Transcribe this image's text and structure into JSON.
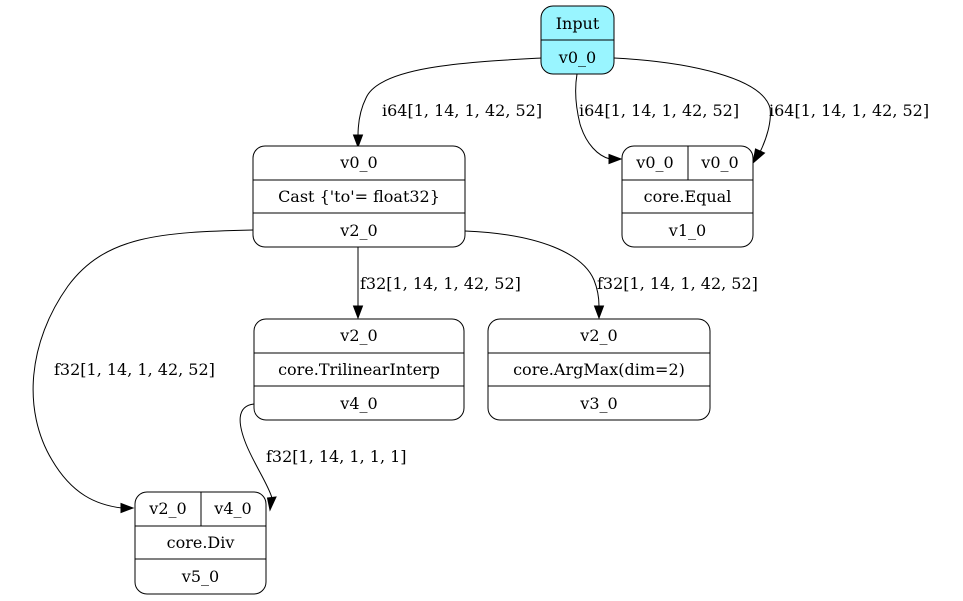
{
  "graph": {
    "input_fill": "#99f5ff",
    "nodes": {
      "input": {
        "title": "Input",
        "output": "v0_0"
      },
      "cast": {
        "input": "v0_0",
        "op": "Cast {'to'= float32}",
        "output": "v2_0"
      },
      "equal": {
        "input_a": "v0_0",
        "input_b": "v0_0",
        "op": "core.Equal",
        "output": "v1_0"
      },
      "trilinear": {
        "input": "v2_0",
        "op": "core.TrilinearInterp",
        "output": "v4_0"
      },
      "argmax": {
        "input": "v2_0",
        "op": "core.ArgMax(dim=2)",
        "output": "v3_0"
      },
      "div": {
        "input_a": "v2_0",
        "input_b": "v4_0",
        "op": "core.Div",
        "output": "v5_0"
      }
    },
    "edges": {
      "input_to_cast": "i64[1, 14, 1, 42, 52]",
      "input_to_equal_a": "i64[1, 14, 1, 42, 52]",
      "input_to_equal_b": "i64[1, 14, 1, 42, 52]",
      "cast_to_trilinear": "f32[1, 14, 1, 42, 52]",
      "cast_to_argmax": "f32[1, 14, 1, 42, 52]",
      "cast_to_div": "f32[1, 14, 1, 42, 52]",
      "trilinear_to_div": "f32[1, 14, 1, 1, 1]"
    }
  }
}
